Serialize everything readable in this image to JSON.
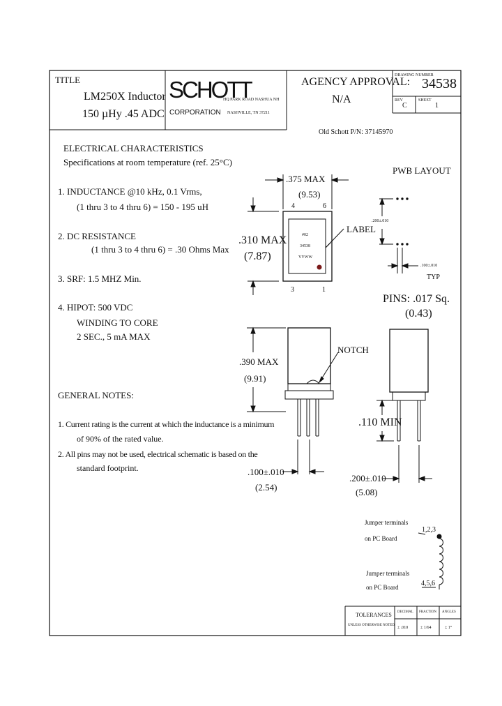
{
  "title_block": {
    "title_label": "TITLE",
    "part_name": "LM250X Inductor",
    "rating": "150 µHy .45 ADC",
    "company_logo_text": "SCHOTT",
    "company_name": "CORPORATION",
    "address_line1": "HQ PARK ROAD NASHUA NH",
    "address_line2": "NASHVILLE, TN 37211",
    "agency_label": "AGENCY APPROVAL:",
    "agency_value": "N/A",
    "drawing_no_label": "DRAWING NUMBER",
    "drawing_no": "34538",
    "rev_label": "REV",
    "rev_value": "C",
    "sheet_label": "SHEET",
    "sheet_value": "1"
  },
  "old_part": "Old Schott P/N: 37145970",
  "electrical": {
    "heading": "ELECTRICAL CHARACTERISTICS",
    "subheading": "Specifications at room temperature (ref. 25°C)",
    "items": [
      {
        "line1": "1. INDUCTANCE @10 kHz, 0.1 Vrms,",
        "line2": "(1 thru 3 to 4 thru 6) = 150 - 195 uH"
      },
      {
        "line1": "2. DC RESISTANCE",
        "line2": "(1 thru 3 to 4 thru 6) = .30 Ohms Max"
      },
      {
        "line1": "3.  SRF: 1.5 MHZ   Min.",
        "line2": ""
      },
      {
        "line1": "4. HIPOT: 500 VDC",
        "line2": "WINDING TO CORE",
        "line3": "2 SEC., 5 mA MAX"
      }
    ]
  },
  "general_notes": {
    "heading": "GENERAL NOTES:",
    "note1_line1": "1. Current rating is the current at which the inductance is a minimum",
    "note1_line2": "of 90% of the rated value.",
    "note2_line1": "2. All pins may not be used, electrical schematic is based on the",
    "note2_line2": "standard footprint."
  },
  "drawing": {
    "width_dim": ".375 MAX",
    "width_mm": "(9.53)",
    "pin4": "4",
    "pin6": "6",
    "pin3": "3",
    "pin1": "1",
    "depth_dim": ".310 MAX",
    "depth_mm": "(7.87)",
    "label_callout": "LABEL",
    "label_line1": "#02",
    "label_line2": "34538",
    "label_line3": "YYWW",
    "pcb_layout": "PWB LAYOUT",
    "pcb_spacing": ".200±.010",
    "pcb_pitch": ".100±.010",
    "pcb_typ": "TYP",
    "pins_dim": "PINS: .017 Sq.",
    "pins_mm": "(0.43)",
    "height_dim": ".390 MAX",
    "height_mm": "(9.91)",
    "notch": "NOTCH",
    "lead_min": ".110 MIN",
    "pitch_front": ".100±.010",
    "pitch_front_mm": "(2.54)",
    "pitch_side": ".200±.010",
    "pitch_side_mm": "(5.08)"
  },
  "schematic": {
    "top_note_line1": "Jumper terminals",
    "top_note_line2": "on PC Board",
    "top_pins": "1,2,3",
    "bottom_note_line1": "Jumper terminals",
    "bottom_note_line2": "on PC Board",
    "bottom_pins": "4,5,6"
  },
  "tolerances": {
    "label": "TOLERANCES",
    "sub": "UNLESS OTHERWISE NOTED",
    "col1_head": "DECIMAL",
    "col2_head": "FRACTION",
    "col3_head": "ANGLES",
    "col1_val": "± .010",
    "col2_val": "± 1/64",
    "col3_val": "± 1°"
  }
}
